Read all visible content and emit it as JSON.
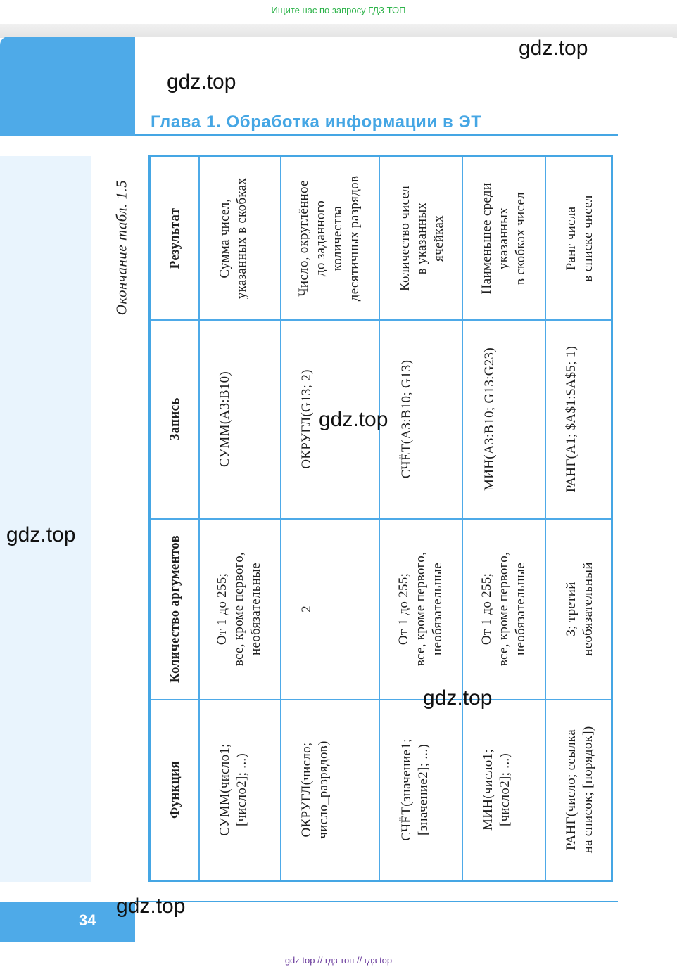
{
  "top_bar": {
    "promo_text": "Ищите нас по запросу ГДЗ ТОП"
  },
  "header": {
    "chapter_title": "Глава 1. Обработка информации в ЭТ"
  },
  "table": {
    "caption": "Окончание табл. 1.5",
    "headers": [
      "Функция",
      "Количество аргументов",
      "Запись",
      "Результат"
    ],
    "rows": [
      {
        "function": [
          "СУММ(число1;",
          "[число2]; ...)"
        ],
        "arg_count": [
          "От 1 до 255;",
          "все, кроме первого,",
          "необязательные"
        ],
        "record": [
          "СУММ(A3:B10)"
        ],
        "result": [
          "Сумма чисел,",
          "указанных в скобках"
        ]
      },
      {
        "function": [
          "ОКРУГЛ(число;",
          "число_разрядов)"
        ],
        "arg_count": [
          "2"
        ],
        "record": [
          "ОКРУГЛ(G13; 2)"
        ],
        "result": [
          "Число, округлённое",
          "до заданного",
          "количества",
          "десятичных разрядов"
        ]
      },
      {
        "function": [
          "СЧЁТ(значение1;",
          "[значение2]; ...)"
        ],
        "arg_count": [
          "От 1 до 255;",
          "все, кроме первого,",
          "необязательные"
        ],
        "record": [
          "СЧЁТ(A3:B10; G13)"
        ],
        "result": [
          "Количество чисел",
          "в указанных",
          "ячейках"
        ]
      },
      {
        "function": [
          "МИН(число1;",
          "[число2]; ...)"
        ],
        "arg_count": [
          "От 1 до 255;",
          "все, кроме первого,",
          "необязательные"
        ],
        "record": [
          "МИН(A3:B10; G13:G23)"
        ],
        "result": [
          "Наименьшее среди",
          "указанных",
          "в скобках чисел"
        ]
      },
      {
        "function": [
          "РАНГ(число; ссылка",
          "на список; [порядок])"
        ],
        "arg_count": [
          "3; третий",
          "необязательный"
        ],
        "record": [
          "РАНГ(A1; $A$1:$A$5; 1)"
        ],
        "result": [
          "Ранг числа",
          "в списке чисел"
        ]
      }
    ]
  },
  "page_number": "34",
  "watermarks": [
    "gdz.top",
    "gdz.top",
    "gdz.top",
    "gdz.top",
    "gdz.top",
    "gdz.top"
  ],
  "footer": {
    "text": "gdz top // гдз топ // гдз top"
  },
  "colors": {
    "accent": "#4eaae8",
    "panel": "#e9f4fd",
    "promo": "#2db34a",
    "footer": "#6a3b9c"
  }
}
